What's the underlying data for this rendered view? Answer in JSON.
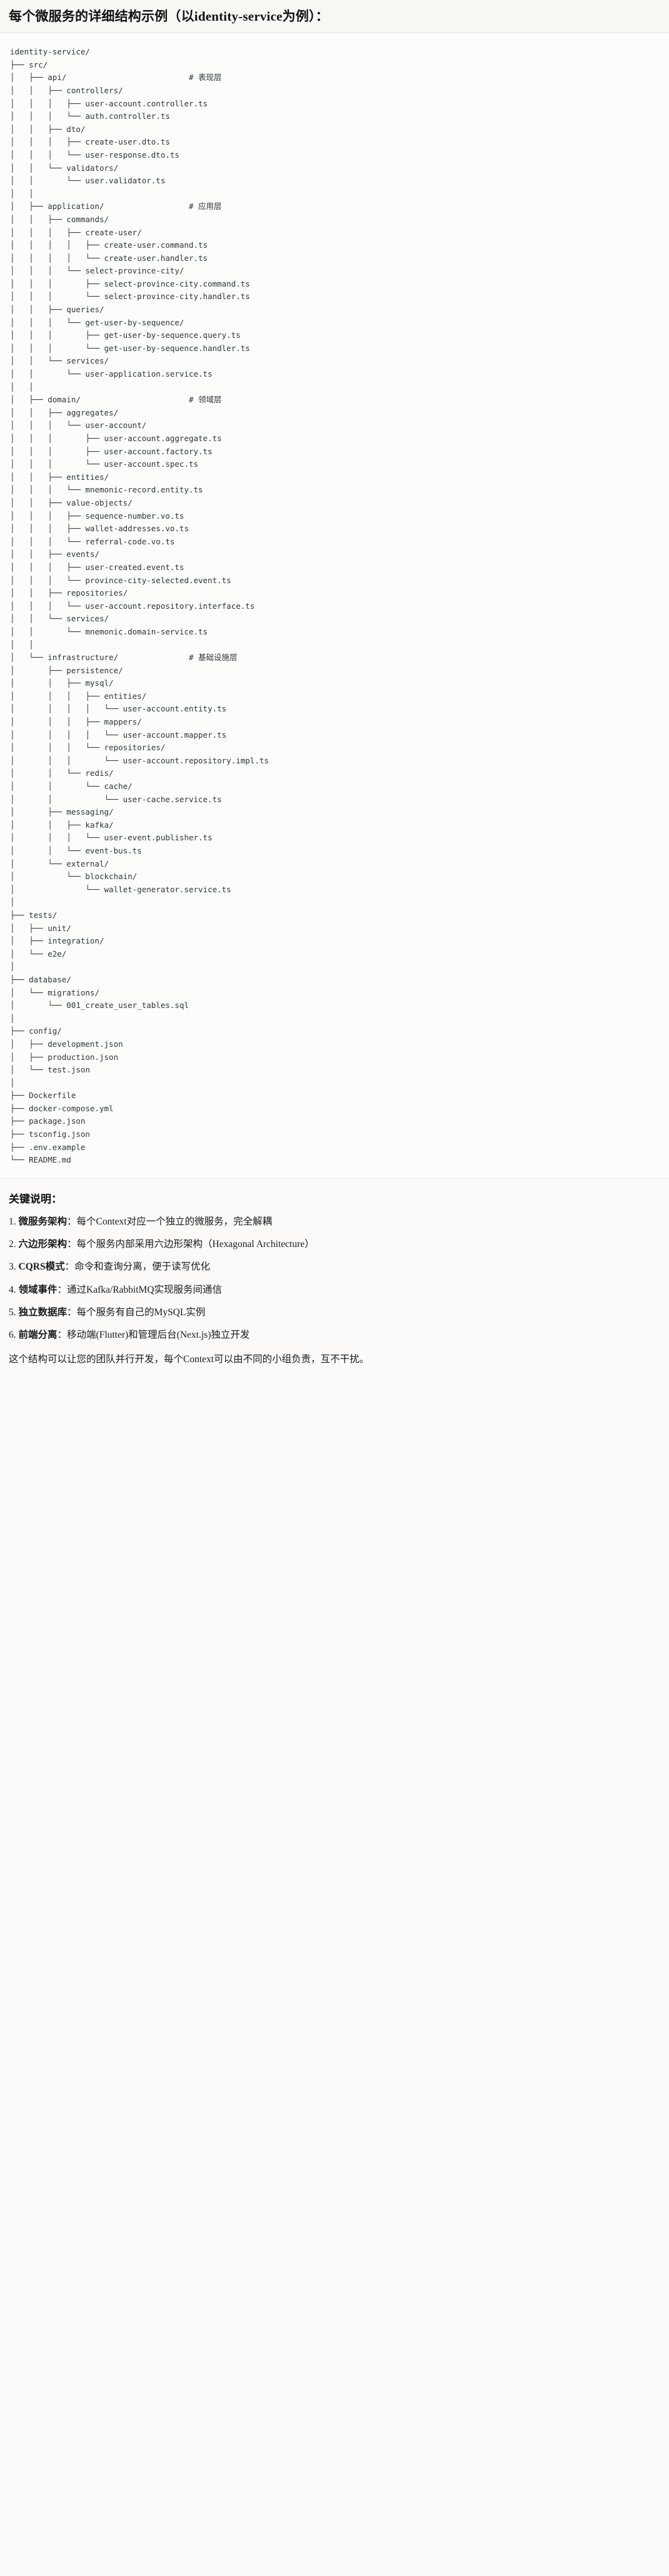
{
  "title": "每个微服务的详细结构示例（以identity-service为例）：",
  "tree": {
    "root": "identity-service/",
    "lines": [
      "identity-service/",
      "├── src/",
      "│   ├── api/                          # 表现层",
      "│   │   ├── controllers/",
      "│   │   │   ├── user-account.controller.ts",
      "│   │   │   └── auth.controller.ts",
      "│   │   ├── dto/",
      "│   │   │   ├── create-user.dto.ts",
      "│   │   │   └── user-response.dto.ts",
      "│   │   └── validators/",
      "│   │       └── user.validator.ts",
      "│   │",
      "│   ├── application/                  # 应用层",
      "│   │   ├── commands/",
      "│   │   │   ├── create-user/",
      "│   │   │   │   ├── create-user.command.ts",
      "│   │   │   │   └── create-user.handler.ts",
      "│   │   │   └── select-province-city/",
      "│   │   │       ├── select-province-city.command.ts",
      "│   │   │       └── select-province-city.handler.ts",
      "│   │   ├── queries/",
      "│   │   │   └── get-user-by-sequence/",
      "│   │   │       ├── get-user-by-sequence.query.ts",
      "│   │   │       └── get-user-by-sequence.handler.ts",
      "│   │   └── services/",
      "│   │       └── user-application.service.ts",
      "│   │",
      "│   ├── domain/                       # 领域层",
      "│   │   ├── aggregates/",
      "│   │   │   └── user-account/",
      "│   │   │       ├── user-account.aggregate.ts",
      "│   │   │       ├── user-account.factory.ts",
      "│   │   │       └── user-account.spec.ts",
      "│   │   ├── entities/",
      "│   │   │   └── mnemonic-record.entity.ts",
      "│   │   ├── value-objects/",
      "│   │   │   ├── sequence-number.vo.ts",
      "│   │   │   ├── wallet-addresses.vo.ts",
      "│   │   │   └── referral-code.vo.ts",
      "│   │   ├── events/",
      "│   │   │   ├── user-created.event.ts",
      "│   │   │   └── province-city-selected.event.ts",
      "│   │   ├── repositories/",
      "│   │   │   └── user-account.repository.interface.ts",
      "│   │   └── services/",
      "│   │       └── mnemonic.domain-service.ts",
      "│   │",
      "│   └── infrastructure/               # 基础设施层",
      "│       ├── persistence/",
      "│       │   ├── mysql/",
      "│       │   │   ├── entities/",
      "│       │   │   │   └── user-account.entity.ts",
      "│       │   │   ├── mappers/",
      "│       │   │   │   └── user-account.mapper.ts",
      "│       │   │   └── repositories/",
      "│       │   │       └── user-account.repository.impl.ts",
      "│       │   └── redis/",
      "│       │       └── cache/",
      "│       │           └── user-cache.service.ts",
      "│       ├── messaging/",
      "│       │   ├── kafka/",
      "│       │   │   └── user-event.publisher.ts",
      "│       │   └── event-bus.ts",
      "│       └── external/",
      "│           └── blockchain/",
      "│               └── wallet-generator.service.ts",
      "│",
      "├── tests/",
      "│   ├── unit/",
      "│   ├── integration/",
      "│   └── e2e/",
      "│",
      "├── database/",
      "│   └── migrations/",
      "│       └── 001_create_user_tables.sql",
      "│",
      "├── config/",
      "│   ├── development.json",
      "│   ├── production.json",
      "│   └── test.json",
      "│",
      "├── Dockerfile",
      "├── docker-compose.yml",
      "├── package.json",
      "├── tsconfig.json",
      "├── .env.example",
      "└── README.md"
    ]
  },
  "notes": {
    "heading": "关键说明：",
    "items": [
      {
        "num": "1. ",
        "key": "微服务架构",
        "sep": "：",
        "val": "每个Context对应一个独立的微服务，完全解耦"
      },
      {
        "num": "2. ",
        "key": "六边形架构",
        "sep": "：",
        "val": "每个服务内部采用六边形架构（Hexagonal Architecture）"
      },
      {
        "num": "3. ",
        "key": "CQRS模式",
        "sep": "：",
        "val": "命令和查询分离，便于读写优化"
      },
      {
        "num": "4. ",
        "key": "领域事件",
        "sep": "：",
        "val": "通过Kafka/RabbitMQ实现服务间通信"
      },
      {
        "num": "5. ",
        "key": "独立数据库",
        "sep": "：",
        "val": "每个服务有自己的MySQL实例"
      },
      {
        "num": "6. ",
        "key": "前端分离",
        "sep": "：",
        "val": "移动端(Flutter)和管理后台(Next.js)独立开发"
      }
    ],
    "closing": "这个结构可以让您的团队并行开发，每个Context可以由不同的小组负责，互不干扰。"
  },
  "colors": {
    "page_bg": "#fbfaf9",
    "title_bg": "#f8f7f4",
    "code_bg": "#fcfcfb",
    "text": "#1a1a1a",
    "code_text": "#2f3338",
    "border": "#e2e0dc"
  }
}
